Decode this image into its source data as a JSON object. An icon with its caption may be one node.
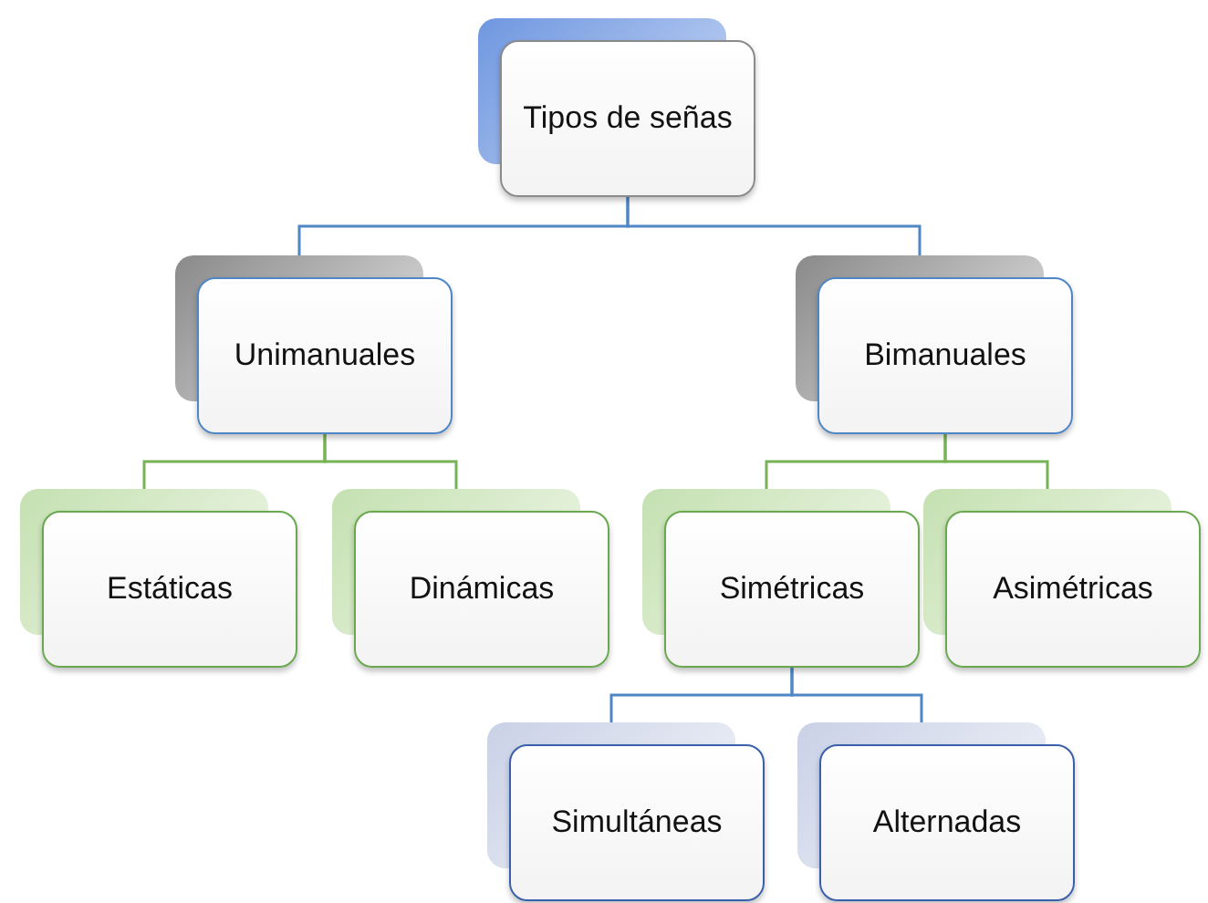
{
  "diagram": {
    "nodes": [
      {
        "text": [
          "Tipos de señas"
        ]
      },
      {
        "text": [
          "Unimanuales"
        ]
      },
      {
        "text": [
          "Bimanuales"
        ]
      },
      {
        "text": [
          "Estáticas"
        ]
      },
      {
        "text": [
          "Dinámicas"
        ]
      },
      {
        "text": [
          "Simétricas"
        ]
      },
      {
        "text": [
          "Asimétricas"
        ]
      },
      {
        "text": [
          "Simultáneas"
        ]
      },
      {
        "text": [
          "Alternadas"
        ]
      }
    ],
    "edges": [
      {
        "from": 0,
        "to": 1,
        "arrow": "none"
      },
      {
        "from": 0,
        "to": 2,
        "arrow": "none"
      },
      {
        "from": 1,
        "to": 3,
        "arrow": "none",
        "color": "#77b255"
      },
      {
        "from": 1,
        "to": 4,
        "arrow": "none",
        "color": "#77b255"
      },
      {
        "from": 2,
        "to": 5,
        "arrow": "none",
        "color": "#77b255"
      },
      {
        "from": 2,
        "to": 6,
        "arrow": "none",
        "color": "#77b255"
      },
      {
        "from": 5,
        "to": 7,
        "arrow": "none"
      },
      {
        "from": 5,
        "to": 8,
        "arrow": "none"
      }
    ]
  }
}
